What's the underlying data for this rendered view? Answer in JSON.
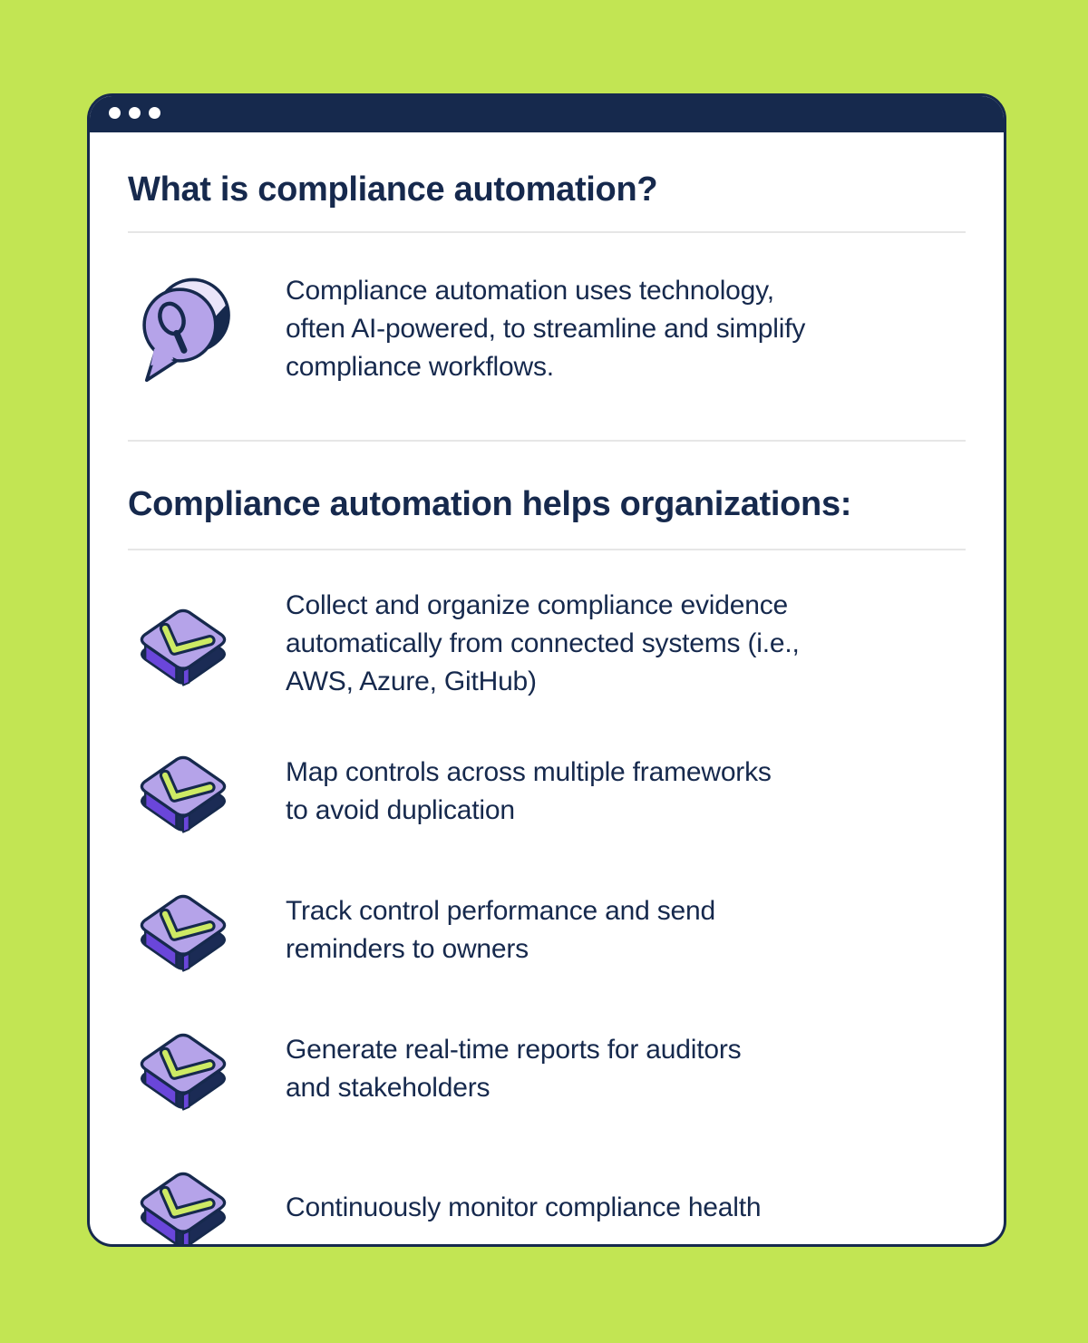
{
  "colors": {
    "background": "#c2e553",
    "navy": "#16294d",
    "card_bg": "#ffffff",
    "titlebar": "#16294d",
    "lavender": "#b5a3e9",
    "lavender_light": "#eae5f9",
    "purple_side": "#6a46da",
    "lime_check": "#cdea64",
    "divider": "#e6e6e6",
    "window_dots": "#ffffff"
  },
  "icons": {
    "titlebar": "window-dots-icon",
    "intro": "search-speech-bubble-icon",
    "benefit": "checkbox-check-icon"
  },
  "intro": {
    "heading": "What is compliance automation?",
    "text": "Compliance automation uses technology,\noften AI-powered, to streamline and simplify\ncompliance workflows."
  },
  "benefits": {
    "heading": "Compliance automation helps organizations:",
    "items": [
      "Collect and organize compliance evidence\nautomatically from connected systems (i.e.,\nAWS, Azure, GitHub)",
      "Map controls across multiple frameworks\nto avoid duplication",
      "Track control performance and send\nreminders to owners",
      "Generate real-time reports for auditors\nand stakeholders",
      "Continuously monitor compliance health"
    ]
  }
}
